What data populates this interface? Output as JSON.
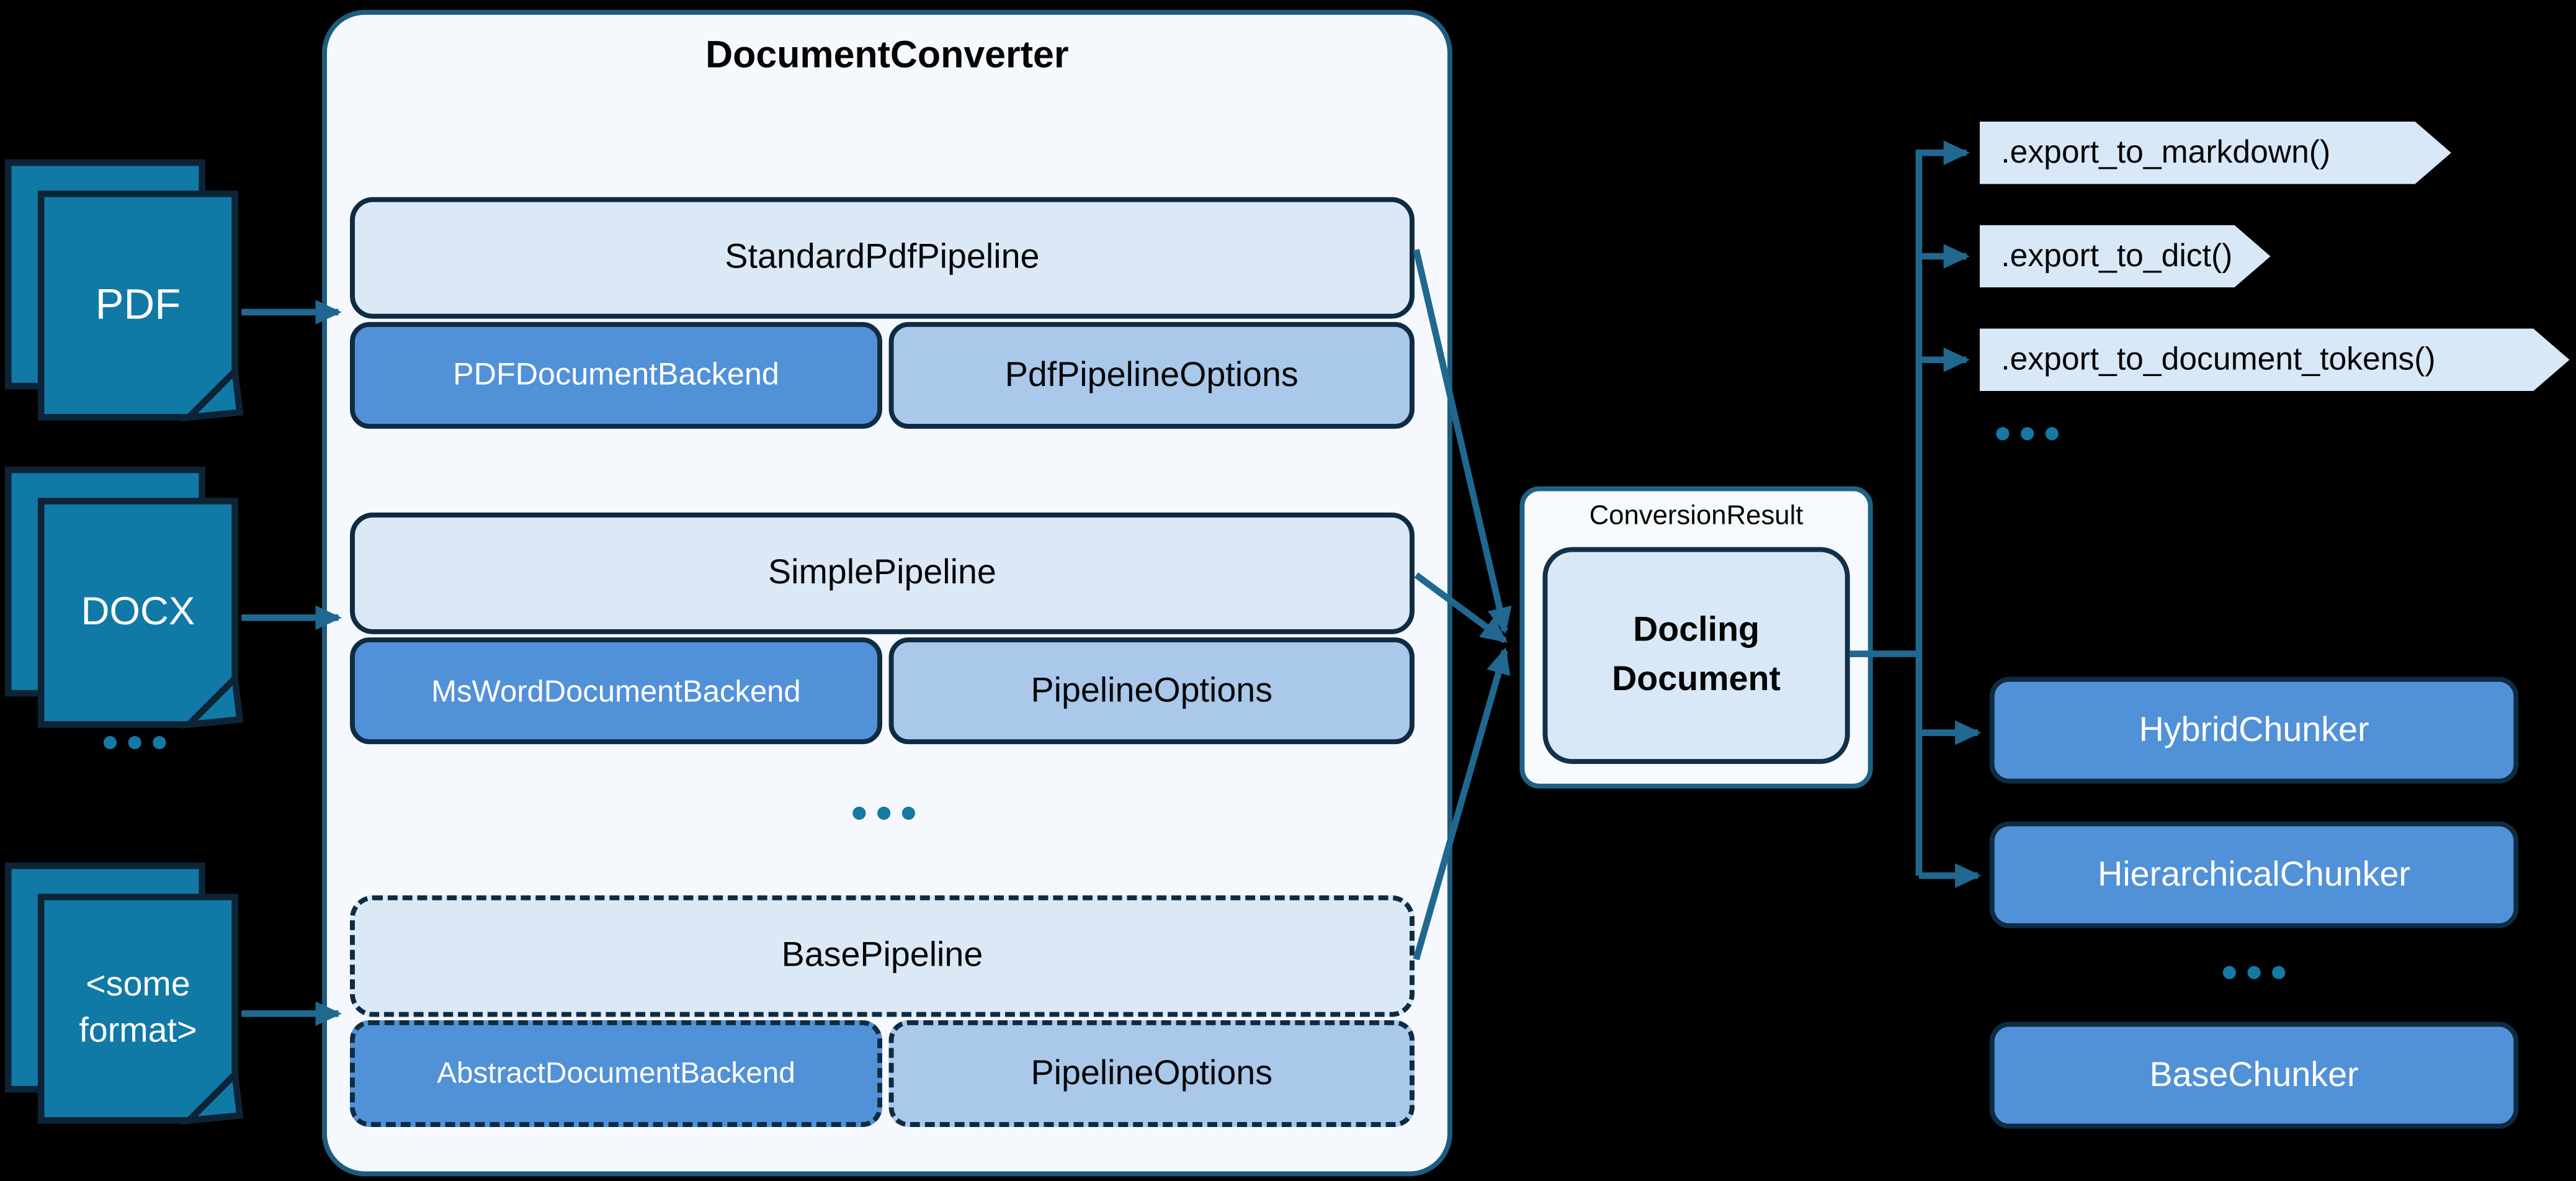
{
  "diagram": {
    "title": "DocumentConverter",
    "inputs": {
      "items": [
        {
          "label": "PDF"
        },
        {
          "label": "DOCX"
        },
        {
          "label": "<some format>"
        }
      ],
      "ellipsis": "..."
    },
    "converter": {
      "pipelines": [
        {
          "name": "StandardPdfPipeline",
          "backend": "PDFDocumentBackend",
          "options": "PdfPipelineOptions",
          "style": "solid"
        },
        {
          "name": "SimplePipeline",
          "backend": "MsWordDocumentBackend",
          "options": "PipelineOptions",
          "style": "solid"
        },
        {
          "name": "BasePipeline",
          "backend": "AbstractDocumentBackend",
          "options": "PipelineOptions",
          "style": "dashed"
        }
      ],
      "ellipsis": "..."
    },
    "result": {
      "label": "ConversionResult",
      "document": "Docling Document"
    },
    "exports": {
      "items": [
        {
          "label": ".export_to_markdown()"
        },
        {
          "label": ".export_to_dict()"
        },
        {
          "label": ".export_to_document_tokens()"
        }
      ],
      "ellipsis": "..."
    },
    "chunkers": {
      "items": [
        {
          "label": "HybridChunker",
          "style": "solid"
        },
        {
          "label": "HierarchicalChunker",
          "style": "solid"
        },
        {
          "label": "BaseChunker",
          "style": "dashed"
        }
      ],
      "ellipsis": "..."
    },
    "colors": {
      "icon_fill": "#1179a5",
      "icon_stroke": "#0d2437",
      "converter_fill": "#f5f8fc",
      "converter_border": "#1d5c7e",
      "pipeline_fill": "#dbe9f7",
      "pipeline_border": "#0f2b42",
      "backend_fill": "#5191d8",
      "options_fill": "#a9c8ea",
      "result_fill": "#f7fafd",
      "result_border": "#1d6285",
      "docling_fill": "#d9e8f6",
      "tag_fill": "#d9e8f6",
      "arrow": "#20688f",
      "dots": "#1578a5"
    }
  }
}
